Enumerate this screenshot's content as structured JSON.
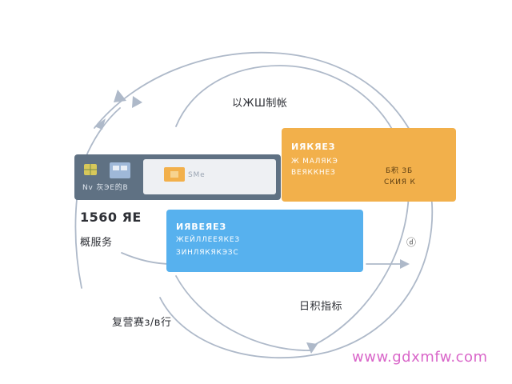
{
  "colors": {
    "loop_stroke": "#aeb9c9",
    "gray_card": "#5f7183",
    "light_panel": "#eef0f3",
    "orange_card": "#f2b04b",
    "blue_card": "#57b1ee",
    "watermark": "#d966c9"
  },
  "icons": [
    "sim-chip-icon",
    "card-thumbnail-icon",
    "arrowhead-icon"
  ],
  "labels": {
    "top": "以ЖШ制帐",
    "amount": "1560 ЯЕ",
    "left": "概服务",
    "bottom_left": "复营赛ɜ/в行",
    "bottom_right": "日积指标",
    "right_symbol": "ⓓ"
  },
  "gray_card": {
    "text": "Nv 灰ЭЕ的B",
    "panel_text": "SMe"
  },
  "orange_card": {
    "title": "ИЯКЯЕЗ",
    "line1": "Ж МАЛЯКЭ",
    "line2": "ВЕЯККНЕЗ",
    "side_label1": "Б积 ЗБ",
    "side_label2": "СКИЯ К"
  },
  "blue_card": {
    "title": "ИЯВЕЯЕЗ",
    "line1": "ЖЕЙЛЛЕЕЯКЕЗ",
    "line2": "ЗИНЛЯКЯКЭЗС"
  },
  "watermark": "www.gdxmfw.com"
}
